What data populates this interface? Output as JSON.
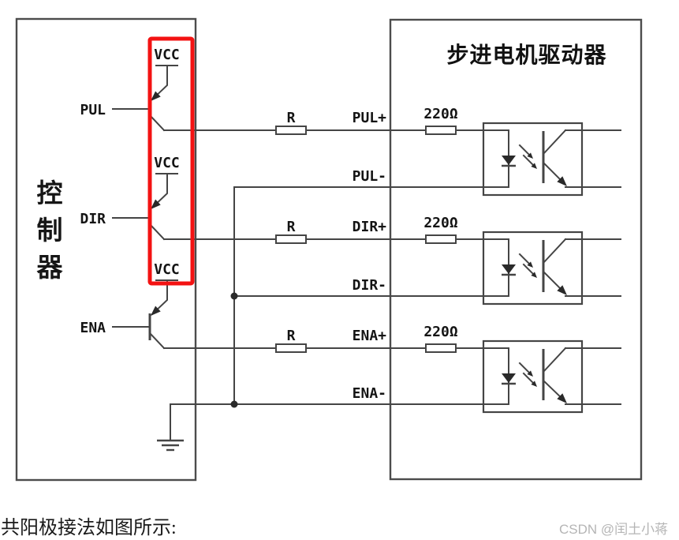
{
  "diagram": {
    "controller": {
      "label": "控制器"
    },
    "driver": {
      "title": "步进电机驱动器"
    },
    "vcc_label": "VCC",
    "resistor_label": "R",
    "driver_resistor_label": "220Ω",
    "channels": [
      {
        "signal": "PUL",
        "plus": "PUL+",
        "minus": "PUL-"
      },
      {
        "signal": "DIR",
        "plus": "DIR+",
        "minus": "DIR-"
      },
      {
        "signal": "ENA",
        "plus": "ENA+",
        "minus": "ENA-"
      }
    ],
    "colors": {
      "wire": "#454545",
      "label": "#141414",
      "highlight_box": "#f31212",
      "watermark": "#b5b5b5",
      "background": "#ffffff"
    }
  },
  "caption": "共阳极接法如图所示:",
  "watermark": "CSDN @闰土小蒋"
}
